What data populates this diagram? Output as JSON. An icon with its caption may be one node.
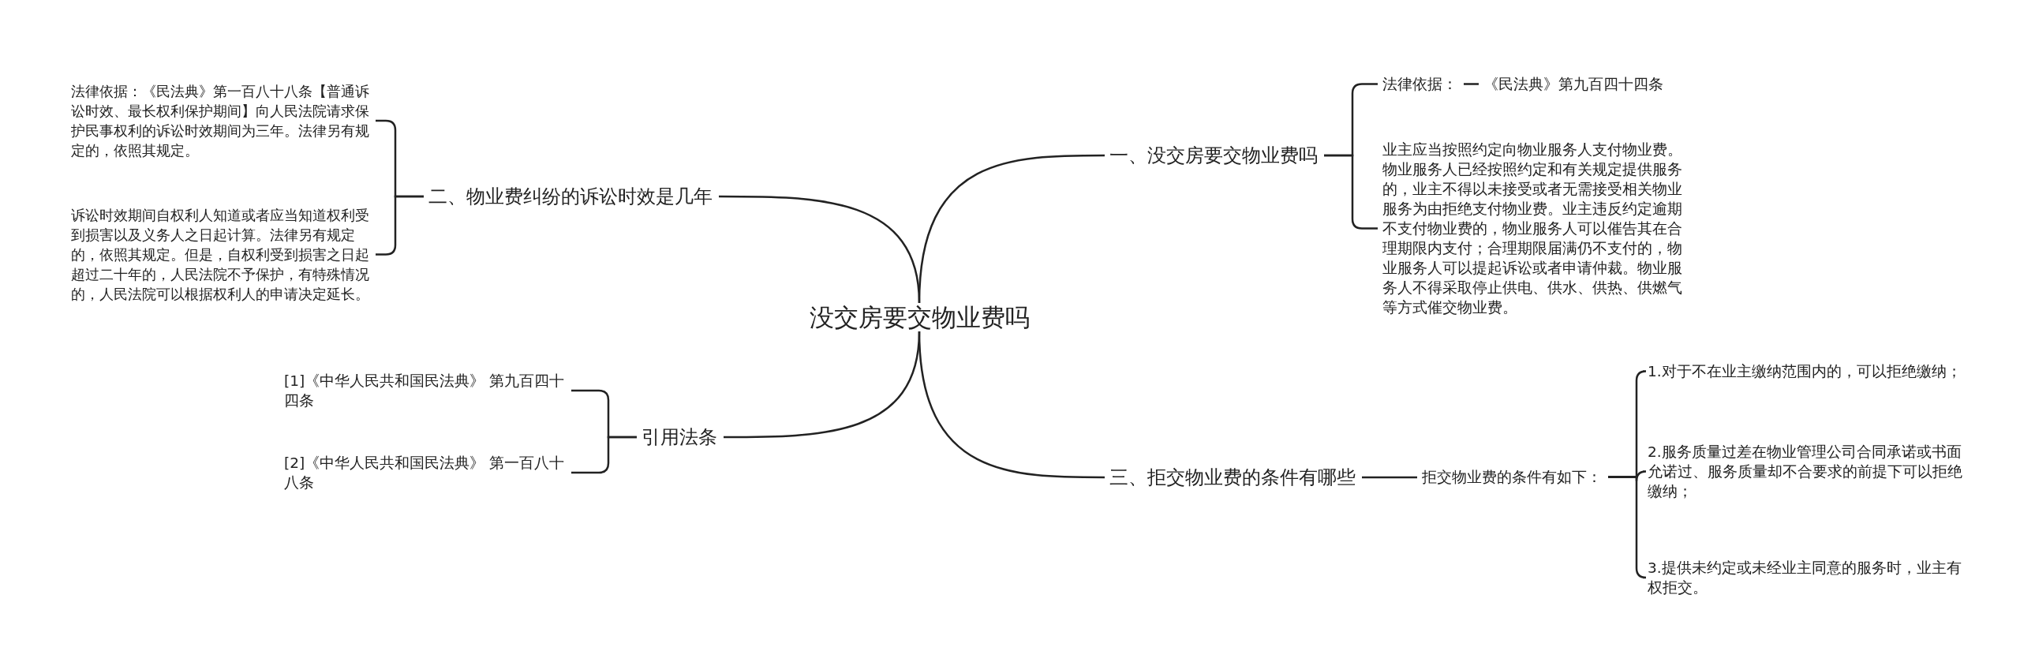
{
  "diagram": {
    "nodes": [
      {
        "text": [
          "没交房要交物业费吗"
        ]
      },
      {
        "text": [
          "一、没交房要交物业费吗"
        ]
      },
      {
        "text": [
          "法律依据："
        ]
      },
      {
        "text": [
          "《民法典》第九百四十四条"
        ]
      },
      {
        "text": [
          "业主应当按照约定向物业服务人支付物业费。物业服务人已经按照约定和有关规定提供服务的，业主不得以未接受或者无需接受相关物业服务为由拒绝支付物业费。业主违反约定逾期不支付物业费的，物业服务人可以催告其在合理期限内支付；合理期限届满仍不支付的，物业服务人可以提起诉讼或者申请仲裁。物业服务人不得采取停止供电、供水、供热、供燃气等方式催交物业费。"
        ]
      },
      {
        "text": [
          "二、物业费纠纷的诉讼时效是几年"
        ]
      },
      {
        "text": [
          "法律依据：《民法典》第一百八十八条【普通诉讼时效、最长权利保护期间】向人民法院请求保护民事权利的诉讼时效期间为三年。法律另有规定的，依照其规定。"
        ]
      },
      {
        "text": [
          "诉讼时效期间自权利人知道或者应当知道权利受到损害以及义务人之日起计算。法律另有规定的，依照其规定。但是，自权利受到损害之日起超过二十年的，人民法院不予保护，有特殊情况的，人民法院可以根据权利人的申请决定延长。"
        ]
      },
      {
        "text": [
          "引用法条"
        ]
      },
      {
        "text": [
          "[1]《中华人民共和国民法典》 第九百四十四条"
        ]
      },
      {
        "text": [
          "[2]《中华人民共和国民法典》 第一百八十八条"
        ]
      },
      {
        "text": [
          "三、拒交物业费的条件有哪些"
        ]
      },
      {
        "text": [
          "拒交物业费的条件有如下："
        ]
      },
      {
        "text": [
          "1.对于不在业主缴纳范围内的，可以拒绝缴纳；"
        ]
      },
      {
        "text": [
          "2.服务质量过差在物业管理公司合同承诺或书面允诺过、服务质量却不合要求的前提下可以拒绝缴纳；"
        ]
      },
      {
        "text": [
          "3.提供未约定或未经业主同意的服务时，业主有权拒交。"
        ]
      }
    ],
    "edges": [
      {
        "from": 0,
        "to": 1,
        "arrow": "none"
      },
      {
        "from": 1,
        "to": 2,
        "arrow": "none"
      },
      {
        "from": 2,
        "to": 3,
        "arrow": "none"
      },
      {
        "from": 1,
        "to": 4,
        "arrow": "none"
      },
      {
        "from": 0,
        "to": 5,
        "arrow": "none"
      },
      {
        "from": 5,
        "to": 6,
        "arrow": "none"
      },
      {
        "from": 5,
        "to": 7,
        "arrow": "none"
      },
      {
        "from": 0,
        "to": 8,
        "arrow": "none"
      },
      {
        "from": 8,
        "to": 9,
        "arrow": "none"
      },
      {
        "from": 8,
        "to": 10,
        "arrow": "none"
      },
      {
        "from": 0,
        "to": 11,
        "arrow": "none"
      },
      {
        "from": 11,
        "to": 12,
        "arrow": "none"
      },
      {
        "from": 12,
        "to": 13,
        "arrow": "none"
      },
      {
        "from": 12,
        "to": 14,
        "arrow": "none"
      },
      {
        "from": 12,
        "to": 15,
        "arrow": "none"
      }
    ]
  }
}
